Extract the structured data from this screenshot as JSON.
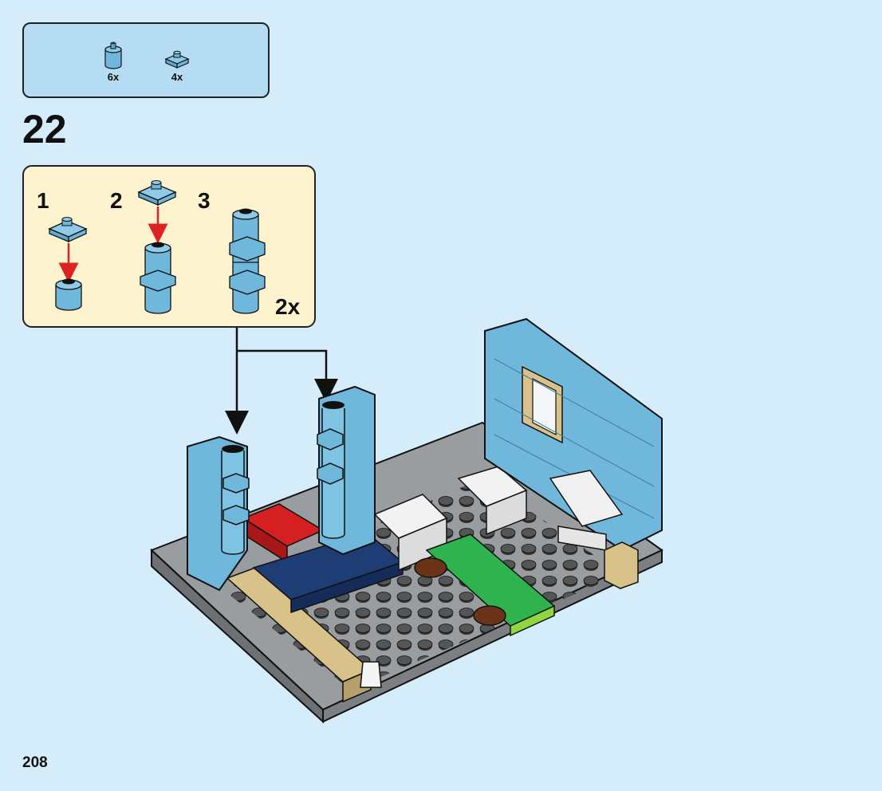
{
  "parts_list": {
    "items": [
      {
        "icon": "round-brick-1x1-light-blue-icon",
        "qty": "6x"
      },
      {
        "icon": "plate-1x1-clip-light-blue-icon",
        "qty": "4x"
      }
    ]
  },
  "step": {
    "number": "22"
  },
  "sub_assembly": {
    "steps": [
      "1",
      "2",
      "3"
    ],
    "multiplier": "2x"
  },
  "page": {
    "number": "208"
  },
  "colors": {
    "background": "#d5edfb",
    "parts_box": "#b6dcf3",
    "sub_box": "#fdf3cf",
    "light_blue_brick": "#6fb8dc",
    "gray_plate": "#8a8d8f",
    "arrow_red": "#d22"
  }
}
